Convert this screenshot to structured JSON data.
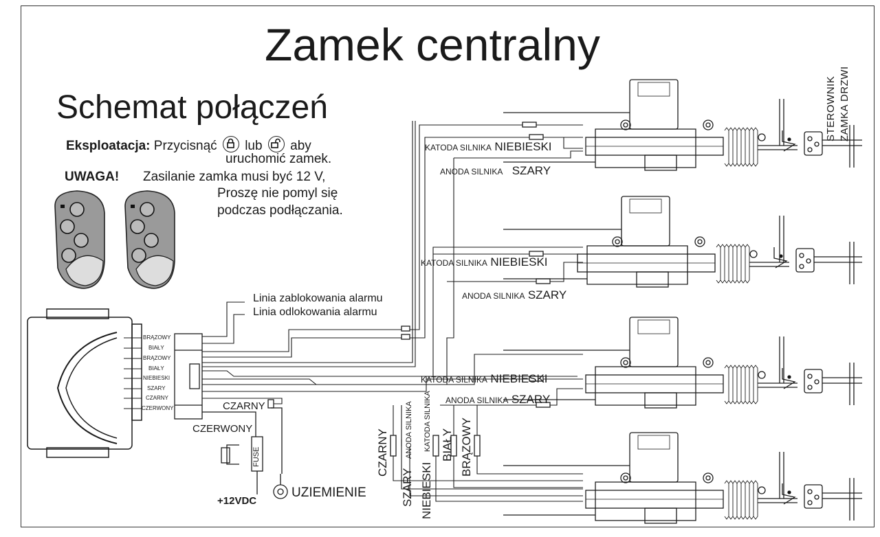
{
  "title": "Zamek centralny",
  "subtitle": "Schemat połączeń",
  "instructions": {
    "operation_label": "Eksploatacja:",
    "operation_text_1": "Przycisnąć",
    "operation_or": "lub",
    "operation_text_2": "aby",
    "operation_text_3": "uruchomić zamek.",
    "warning_label": "UWAGA!",
    "warning_text_1": "Zasilanie zamka musi być 12 V,",
    "warning_text_2": "Proszę nie pomyl się",
    "warning_text_3": "podczas podłączania."
  },
  "side_label": {
    "line1": "STEROWNIK",
    "line2": "ZAMKA DRZWI"
  },
  "alarm_lines": {
    "lock": "Linia zablokowania alarmu",
    "unlock": "Linia odlokowania alarmu"
  },
  "connector_pins": [
    "BRĄZOWY",
    "BIAŁY",
    "BRĄZOWY",
    "BIAŁY",
    "NIEBIESKI",
    "SZARY",
    "CZARNY",
    "CZERWONY"
  ],
  "actuators": [
    {
      "cathode_small": "KATODA SILNIKA",
      "cathode_color": "NIEBIESKI",
      "anode_small": "ANODA SILNIKA",
      "anode_color": "SZARY"
    },
    {
      "cathode_small": "KATODA SILNIKA",
      "cathode_color": "NIEBIESKI",
      "anode_small": "ANODA SILNIKA",
      "anode_color": "SZARY"
    },
    {
      "cathode_small": "KATODA SILNIKA",
      "cathode_color": "NIEBIESKI",
      "anode_small": "ANODA SILNIKA",
      "anode_color": "SZARY"
    }
  ],
  "power": {
    "black_wire": "CZARNY",
    "red_wire": "CZERWONY",
    "fuse": "FUSE",
    "supply": "+12VDC",
    "ground": "UZIEMIENIE"
  },
  "bottom_wires": {
    "black": "CZARNY",
    "anode_small": "ANODA SILNIKA",
    "grey": "SZARY",
    "cathode_small": "KATODA SILNIKA",
    "blue": "NIEBIESKI",
    "white": "BIAŁY",
    "brown": "BRĄZOWY"
  },
  "colors": {
    "ink": "#1a1a1a",
    "background": "#ffffff",
    "remote_fill": "#8a8a8a"
  }
}
